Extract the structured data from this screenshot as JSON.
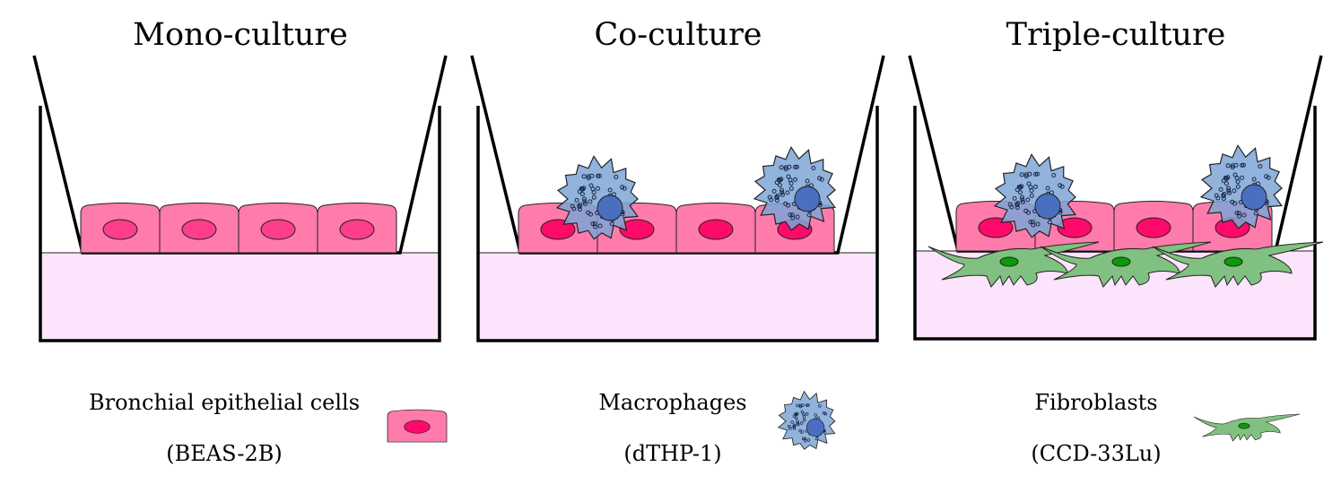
{
  "panels": [
    {
      "title": "Mono-culture"
    },
    {
      "title": "Co-culture"
    },
    {
      "title": "Triple-culture"
    }
  ],
  "legend": [
    {
      "name": "Bronchial epithelial cells",
      "line": "(BEAS-2B)"
    },
    {
      "name": "Macrophages",
      "line": "(dTHP-1)"
    },
    {
      "name": "Fibroblasts",
      "line": "(CCD-33Lu)"
    }
  ],
  "colors": {
    "epithelial_cell": "#ff7bac",
    "epithelial_nucleus": "#ff0a6a",
    "macrophage": "#7ea6d6",
    "macrophage_nucleus": "#4a6fc0",
    "fibroblast": "#80c080",
    "fibroblast_nucleus": "#0a9a0a",
    "medium": "#fce4fc"
  }
}
